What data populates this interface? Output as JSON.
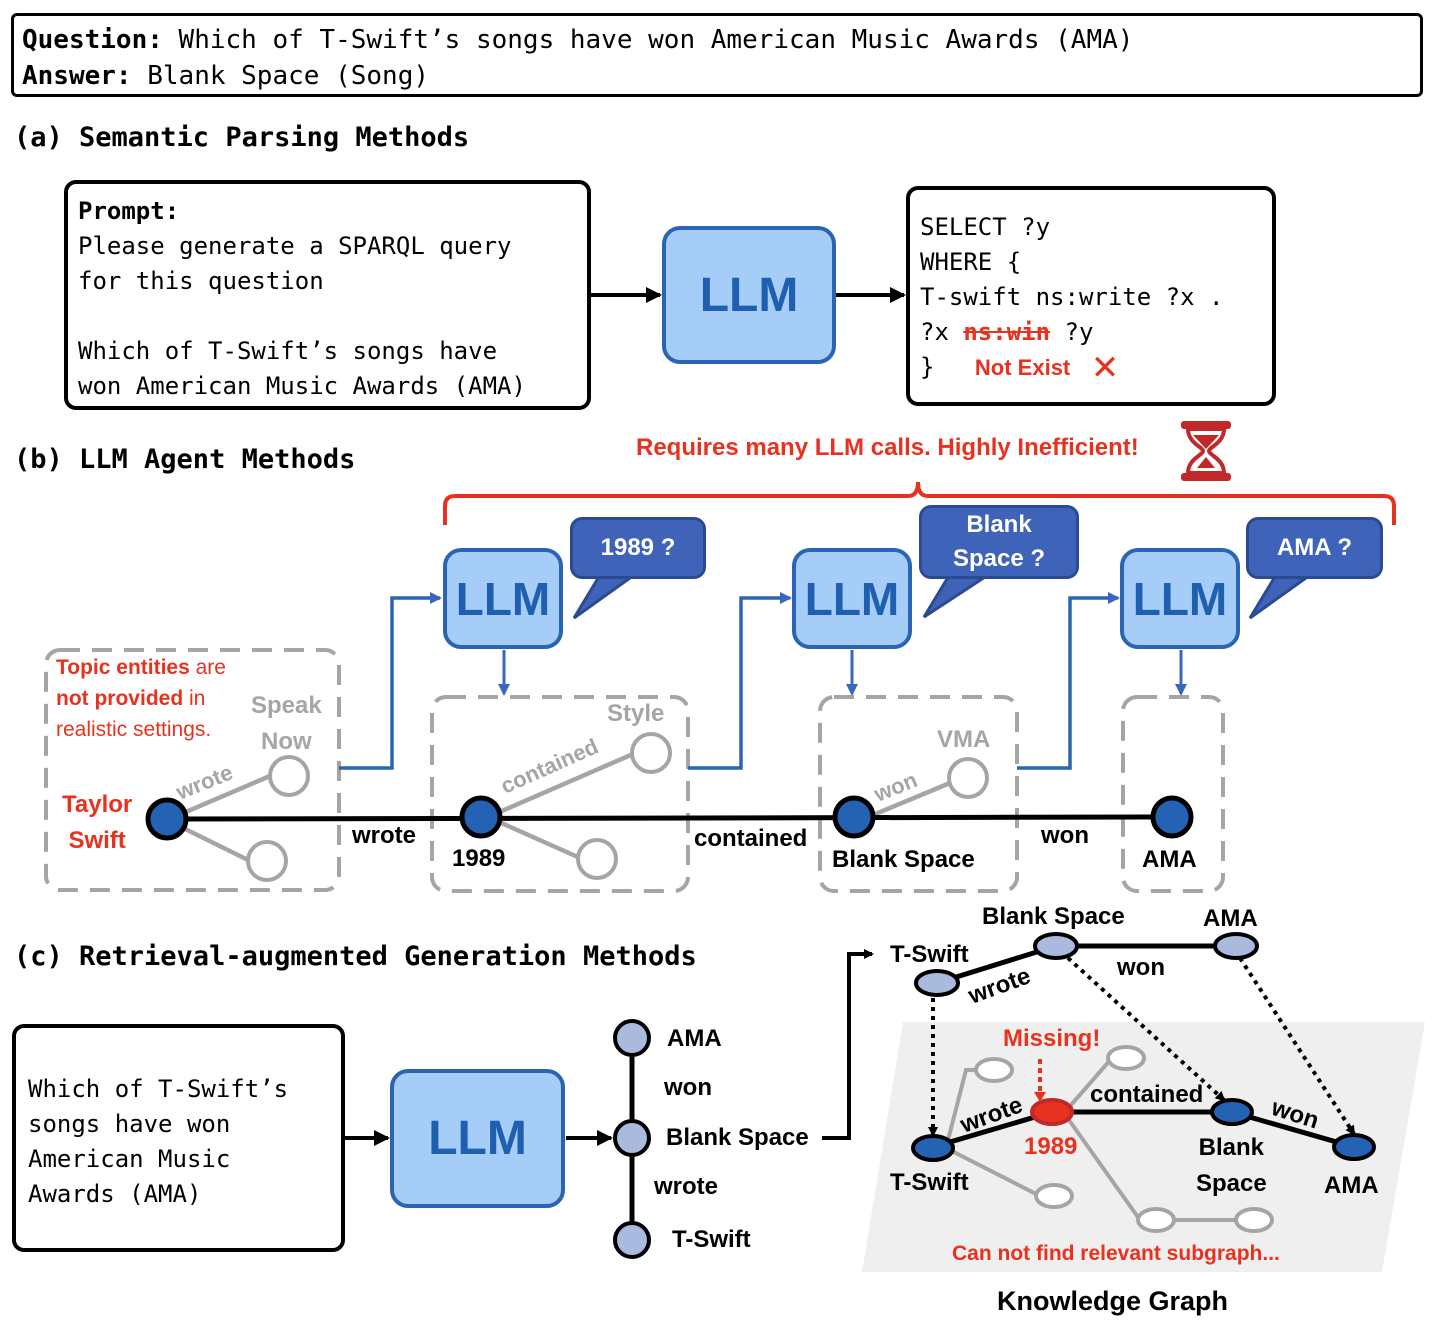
{
  "header": {
    "question_label": "Question:",
    "question_text": "Which of T-Swift’s songs have won American Music Awards (AMA)",
    "answer_label": "Answer:",
    "answer_text": "Blank Space (Song)"
  },
  "section_a": {
    "title": "(a) Semantic Parsing Methods",
    "prompt_label": "Prompt:",
    "prompt_lines": [
      "Please generate a SPARQL query",
      "for this question",
      "",
      "Which of T-Swift’s songs have",
      "won American Music Awards (AMA)"
    ],
    "llm_label": "LLM",
    "query_lines": [
      "SELECT ?y",
      "WHERE {",
      "T-swift ns:write ?x .",
      "?x",
      "?y",
      "}"
    ],
    "query_struck": "ns:win",
    "error_text": "Not Exist",
    "error_icon": "cross-icon"
  },
  "section_b": {
    "title": "(b) LLM Agent Methods",
    "inefficiency_note": "Requires many LLM calls. Highly Inefficient!",
    "inefficiency_icon": "hourglass-icon",
    "llm_label": "LLM",
    "bubbles": [
      "1989 ?",
      "Blank\nSpace ?",
      "AMA ?"
    ],
    "topic_note_parts": [
      "Topic entities",
      " are ",
      "not provided",
      " in ",
      "realistic settings."
    ],
    "start_entity": "Taylor\nSwift",
    "side_nodes": [
      "Speak\nNow",
      "Style",
      "VMA"
    ],
    "side_edges": [
      "wrote",
      "contained",
      "won"
    ],
    "path_nodes": [
      "1989",
      "Blank Space",
      "AMA"
    ],
    "path_edges": [
      "wrote",
      "contained",
      "won"
    ]
  },
  "section_c": {
    "title": "(c) Retrieval-augmented Generation Methods",
    "question_lines": [
      "Which of T-Swift’s",
      "songs have won",
      "American Music",
      "Awards (AMA)"
    ],
    "llm_label": "LLM",
    "generated_path": {
      "nodes": [
        "AMA",
        "Blank Space",
        "T-Swift"
      ],
      "edges": [
        "won",
        "wrote"
      ]
    },
    "top_graph": {
      "nodes": [
        "T-Swift",
        "Blank Space",
        "AMA"
      ],
      "edges": [
        "wrote",
        "won"
      ]
    },
    "kg": {
      "missing_label": "Missing!",
      "nodes": [
        "T-Swift",
        "1989",
        "Blank\nSpace",
        "AMA"
      ],
      "edges": [
        "wrote",
        "contained",
        "won"
      ],
      "failure_note": "Can not find relevant subgraph...",
      "caption": "Knowledge Graph"
    }
  },
  "colors": {
    "accent_red": "#e8321f",
    "llm_fill": "#a6cdf7",
    "llm_border": "#2a65b4",
    "bubble_fill": "#3f63b8",
    "node_blue": "#2462b3",
    "node_light": "#aab9de",
    "gray": "#a8a4a3"
  }
}
